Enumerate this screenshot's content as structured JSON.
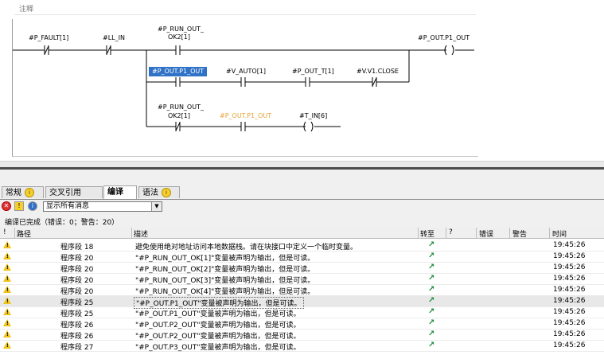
{
  "editor": {
    "comment_label": "注释",
    "labels": {
      "p_fault": "#P_FAULT[1]",
      "ll_in": "#LL_IN",
      "run_out_top_1": "#P_RUN_OUT_",
      "run_out_top_2": "OK2[1]",
      "coil_out": "#P_OUT.P1_OUT",
      "branch_out": "#P_OUT.P1_OUT",
      "v_auto": "#V_AUTO[1]",
      "out_t": "#P_OUT_T[1]",
      "v_close": "#V.V1.CLOSE",
      "run_out_bot_1": "#P_RUN_OUT_",
      "run_out_bot_2": "OK2[1]",
      "branch_out_2": "#P_OUT.P1_OUT",
      "t_in": "#T_IN[6]"
    }
  },
  "tabs": [
    {
      "label": "常规",
      "info": "i"
    },
    {
      "label": "交叉引用",
      "info": ""
    },
    {
      "label": "编译",
      "info": ""
    },
    {
      "label": "语法",
      "info": "i"
    }
  ],
  "toolbar": {
    "filter_value": "显示所有消息"
  },
  "status_text": "编译已完成（错误：0；警告：20）",
  "grid": {
    "headers": [
      "!",
      "路径",
      "描述",
      "转至",
      "?",
      "错误",
      "警告",
      "时间"
    ],
    "rows": [
      {
        "path": "程序段 18",
        "desc": "避免使用绝对地址访问本地数据栈。请在块接口中定义一个临时变量。",
        "time": "19:45:26"
      },
      {
        "path": "程序段 20",
        "desc": "\"#P_RUN_OUT_OK[1]\"变量被声明为输出，但是可读。",
        "time": "19:45:26"
      },
      {
        "path": "程序段 20",
        "desc": "\"#P_RUN_OUT_OK[2]\"变量被声明为输出，但是可读。",
        "time": "19:45:26"
      },
      {
        "path": "程序段 20",
        "desc": "\"#P_RUN_OUT_OK[3]\"变量被声明为输出，但是可读。",
        "time": "19:45:26"
      },
      {
        "path": "程序段 20",
        "desc": "\"#P_RUN_OUT_OK[4]\"变量被声明为输出，但是可读。",
        "time": "19:45:26"
      },
      {
        "path": "程序段 25",
        "desc": "\"#P_OUT.P1_OUT\"变量被声明为输出，但是可读。",
        "time": "19:45:26"
      },
      {
        "path": "程序段 25",
        "desc": "\"#P_OUT.P1_OUT\"变量被声明为输出，但是可读。",
        "time": "19:45:26"
      },
      {
        "path": "程序段 26",
        "desc": "\"#P_OUT.P2_OUT\"变量被声明为输出，但是可读。",
        "time": "19:45:26"
      },
      {
        "path": "程序段 26",
        "desc": "\"#P_OUT.P2_OUT\"变量被声明为输出，但是可读。",
        "time": "19:45:26"
      },
      {
        "path": "程序段 27",
        "desc": "\"#P_OUT.P3_OUT\"变量被声明为输出，但是可读。",
        "time": "19:45:26"
      }
    ]
  }
}
